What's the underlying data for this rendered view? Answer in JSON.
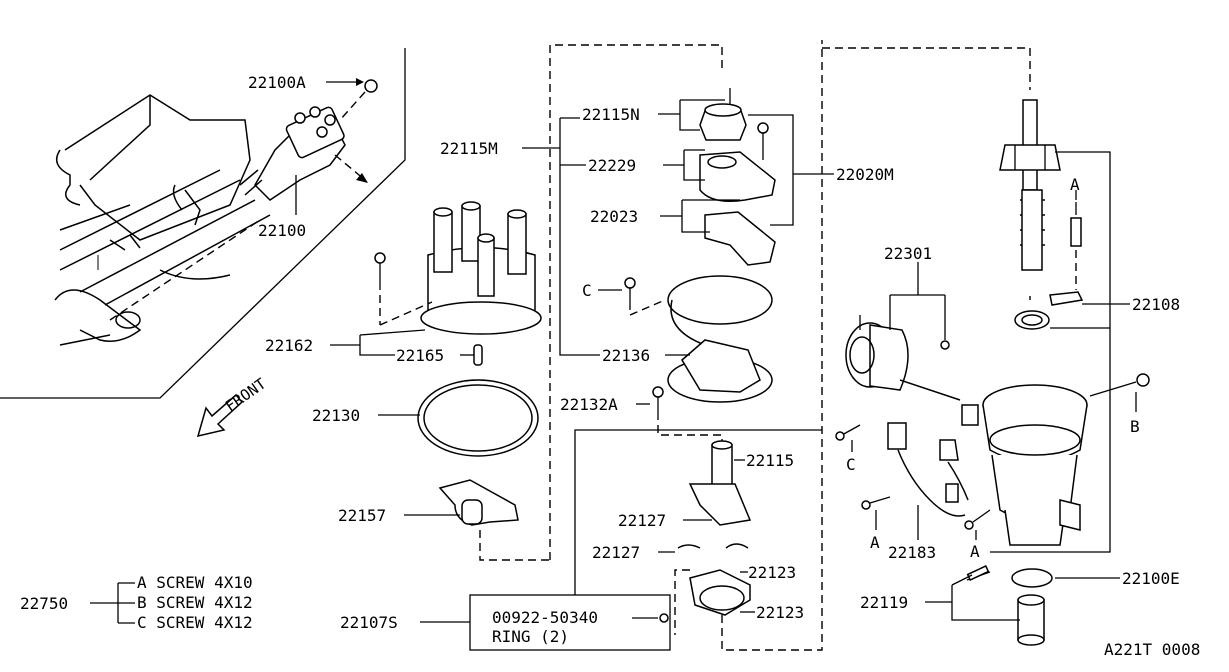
{
  "diagram_code": "A221T 0008",
  "front_label": "FRONT",
  "labels": {
    "p22100A": "22100A",
    "p22100": "22100",
    "p22115M": "22115M",
    "p22115N": "22115N",
    "p22229": "22229",
    "p22020M": "22020M",
    "p22023": "22023",
    "pC1": "C",
    "p22136": "22136",
    "p22162": "22162",
    "p22165": "22165",
    "p22130": "22130",
    "p22132A": "22132A",
    "p22115": "22115",
    "p22157": "22157",
    "p22127a": "22127",
    "p22127b": "22127",
    "p22123a": "22123",
    "p22123b": "22123",
    "p22107S": "22107S",
    "p00922": "00922-50340",
    "ring": "RING (2)",
    "p22301": "22301",
    "p22108": "22108",
    "pA1": "A",
    "pB": "B",
    "pC2": "C",
    "pA2": "A",
    "pA3": "A",
    "p22183": "22183",
    "p22119": "22119",
    "p22100E": "22100E",
    "p22750": "22750"
  },
  "screw_kit": [
    {
      "key": "A",
      "text": "A SCREW  4X10"
    },
    {
      "key": "B",
      "text": "B SCREW  4X12"
    },
    {
      "key": "C",
      "text": "C SCREW  4X12"
    }
  ]
}
